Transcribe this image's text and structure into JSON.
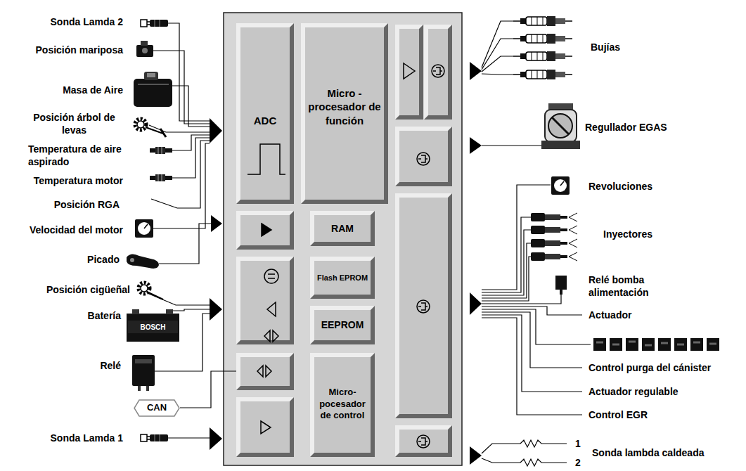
{
  "diagram": {
    "nodes": [
      {
        "text": [
          "ADC"
        ]
      },
      {
        "text": [
          "Micro - procesador de función"
        ]
      },
      {
        "text": [
          "RAM"
        ]
      },
      {
        "text": [
          "Flash EPROM"
        ]
      },
      {
        "text": [
          "EEPROM"
        ]
      },
      {
        "text": [
          "Micro- pocesador de control"
        ]
      },
      {
        "text": [
          "CAN"
        ]
      }
    ],
    "labels": [
      "Sonda Lamda 2",
      "Posición mariposa",
      "Masa de Aire",
      "Posición árbol de levas",
      "Temperatura de aire aspirado",
      "Temperatura motor",
      "Posición RGA",
      "Velocidad del motor",
      "Picado",
      "Posición cigüeñal",
      "Batería",
      "BOSCH",
      "Relé",
      "Sonda Lamda 1",
      "Bujías",
      "Regullador EGAS",
      "Revoluciones",
      "Inyectores",
      "Relé bomba alimentación",
      "Actuador",
      "Control purga del cánister",
      "Actuador regulable",
      "Control EGR",
      "1",
      "2",
      "Sonda lambda caldeada"
    ]
  }
}
